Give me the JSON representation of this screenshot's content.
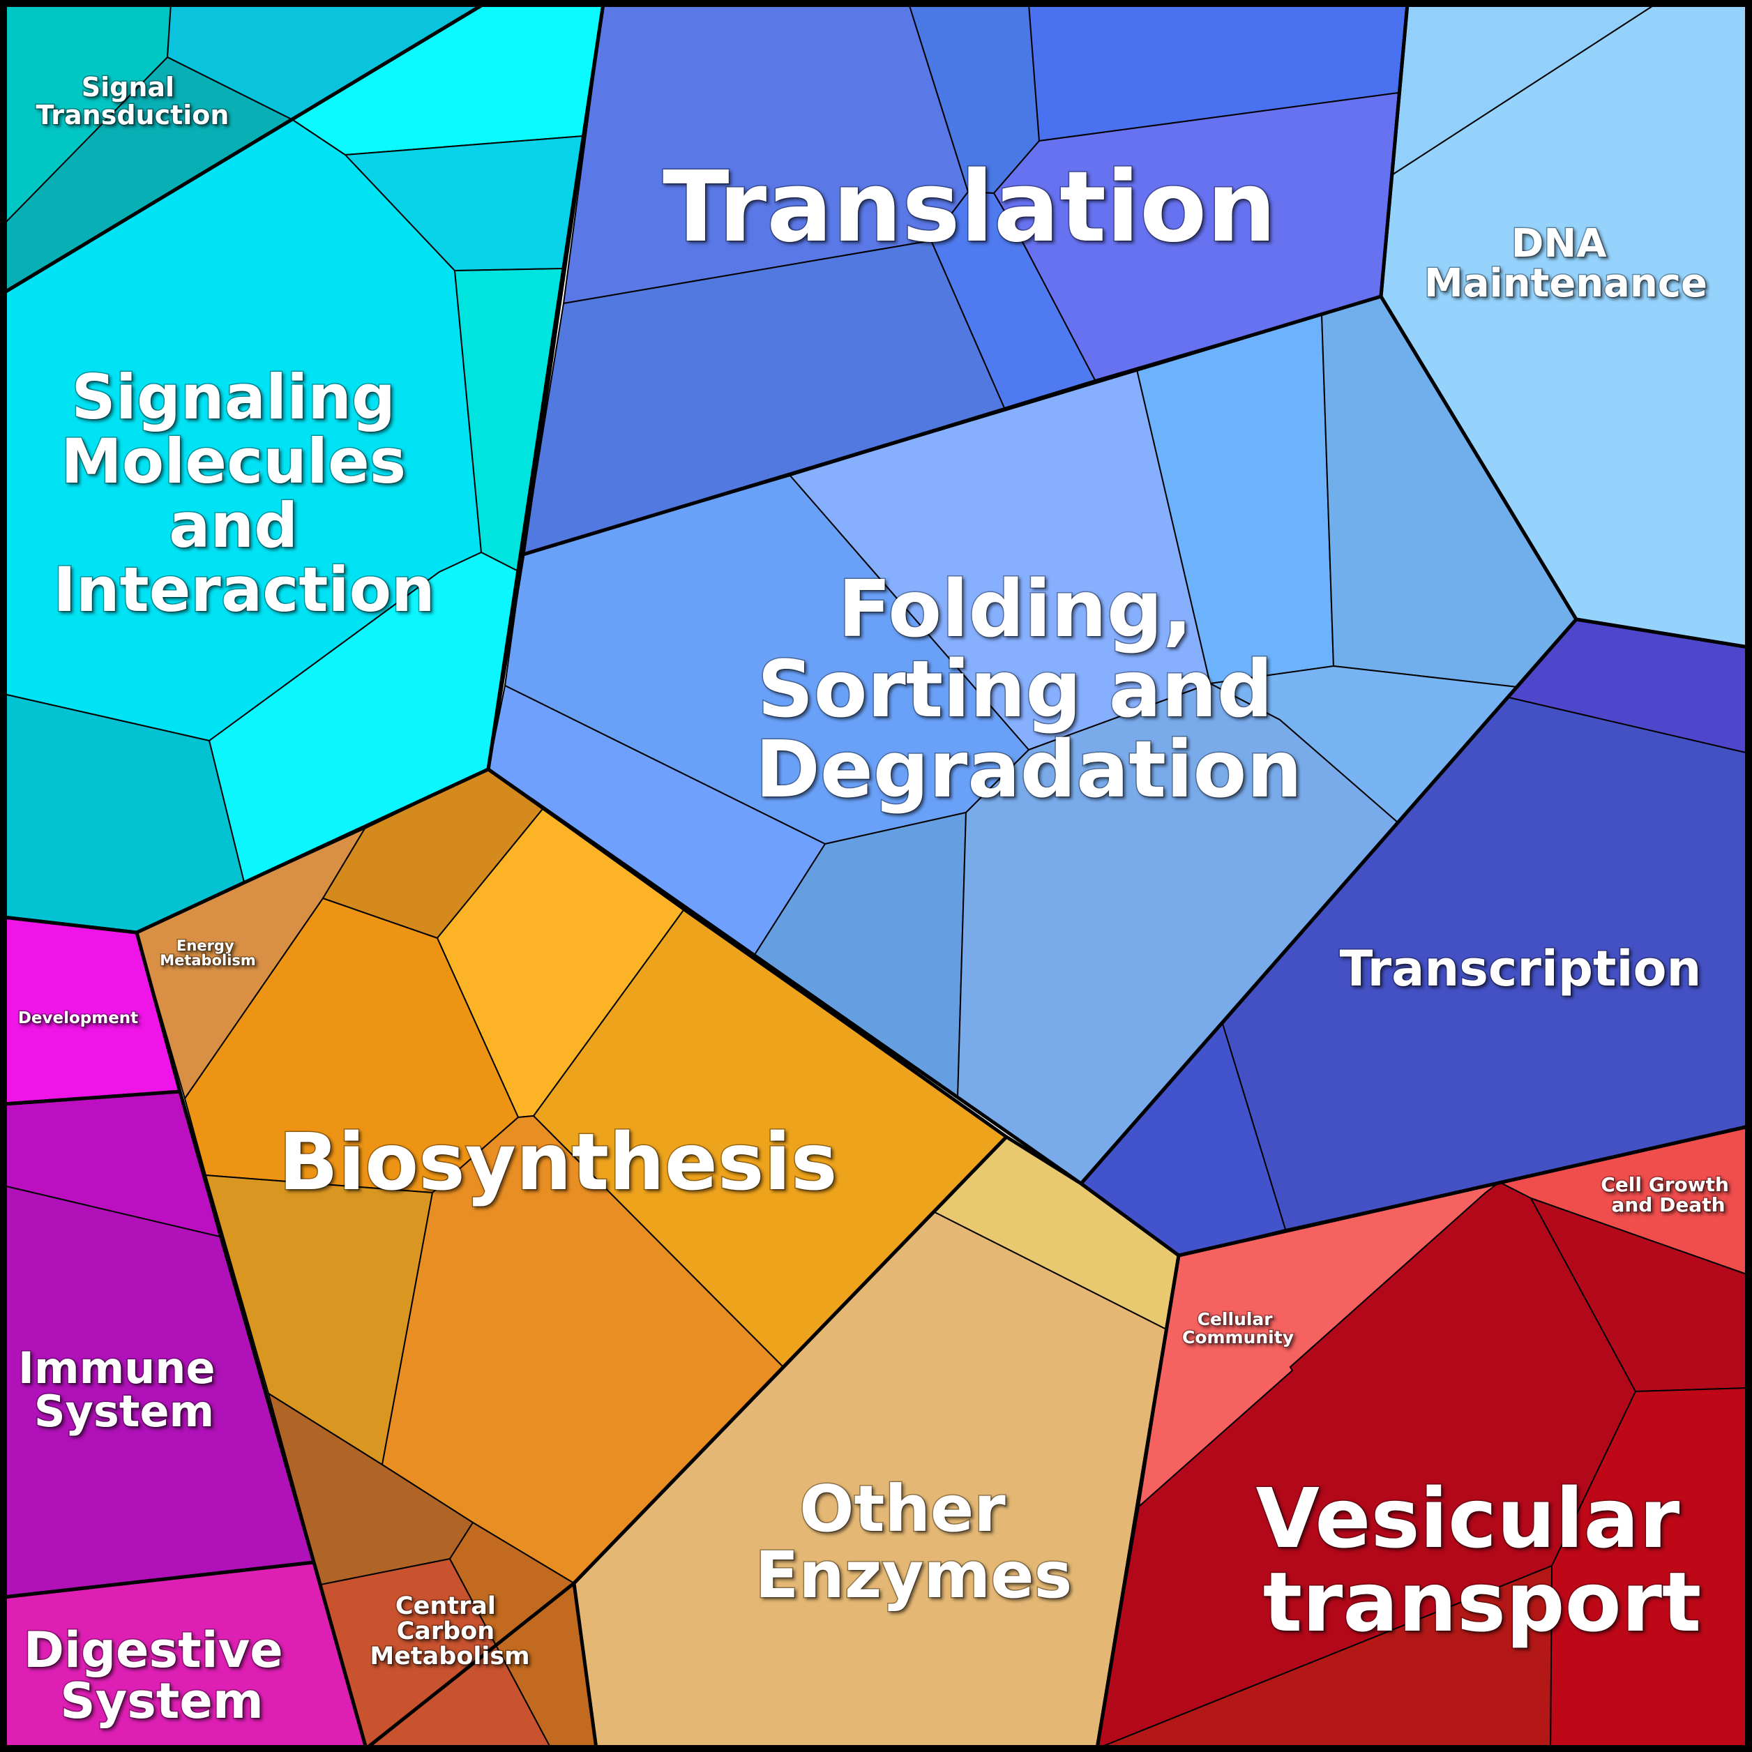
{
  "title": "",
  "groups": [
    {
      "id": "signal-transduction",
      "label": "Signal Transduction",
      "color": "#0bc3d6"
    },
    {
      "id": "signaling-molecules",
      "label": "Signaling Molecules and Interaction",
      "color": "#00e0f0"
    },
    {
      "id": "translation",
      "label": "Translation",
      "color": "#5a78e6"
    },
    {
      "id": "dna-maintenance",
      "label": "DNA Maintenance",
      "color": "#95d3fd"
    },
    {
      "id": "folding-sorting",
      "label": "Folding, Sorting and Degradation",
      "color": "#7aa8ee"
    },
    {
      "id": "transcription",
      "label": "Transcription",
      "color": "#4451c4"
    },
    {
      "id": "energy-metabolism",
      "label": "Energy Metabolism",
      "color": "#d99045"
    },
    {
      "id": "development",
      "label": "Development",
      "color": "#ef14e7"
    },
    {
      "id": "biosynthesis",
      "label": "Biosynthesis",
      "color": "#ef9f1d"
    },
    {
      "id": "immune-system",
      "label": "Immune System",
      "color": "#b210b6"
    },
    {
      "id": "digestive-system",
      "label": "Digestive System",
      "color": "#de1fb4"
    },
    {
      "id": "central-carbon",
      "label": "Central Carbon Metabolism",
      "color": "#c9542e"
    },
    {
      "id": "other-enzymes",
      "label": "Other Enzymes",
      "color": "#e4b874"
    },
    {
      "id": "cellular-community",
      "label": "Cellular Community",
      "color": "#f15455"
    },
    {
      "id": "cell-growth",
      "label": "Cell Growth and Death",
      "color": "#f04d4d"
    },
    {
      "id": "vesicular-transport",
      "label": "Vesicular transport",
      "color": "#b50615"
    }
  ],
  "labels": {
    "signal_transduction": [
      "Signal",
      "Transduction"
    ],
    "signaling_molecules": [
      "Signaling",
      "Molecules",
      "and",
      "Interaction"
    ],
    "translation": [
      "Translation"
    ],
    "dna_maintenance": [
      "DNA",
      "Maintenance"
    ],
    "folding": [
      "Folding,",
      "Sorting and",
      "Degradation"
    ],
    "transcription": [
      "Transcription"
    ],
    "energy": [
      "Energy",
      "Metabolism"
    ],
    "development": [
      "Development"
    ],
    "biosynthesis": [
      "Biosynthesis"
    ],
    "immune": [
      "Immune",
      "System"
    ],
    "digestive": [
      "Digestive",
      "System"
    ],
    "central_carbon": [
      "Central",
      "Carbon",
      "Metabolism"
    ],
    "other_enzymes": [
      "Other",
      "Enzymes"
    ],
    "cellular_community": [
      "Cellular",
      "Community"
    ],
    "cell_growth": [
      "Cell Growth",
      "and Death"
    ],
    "vesicular": [
      "Vesicular",
      "transport"
    ]
  }
}
